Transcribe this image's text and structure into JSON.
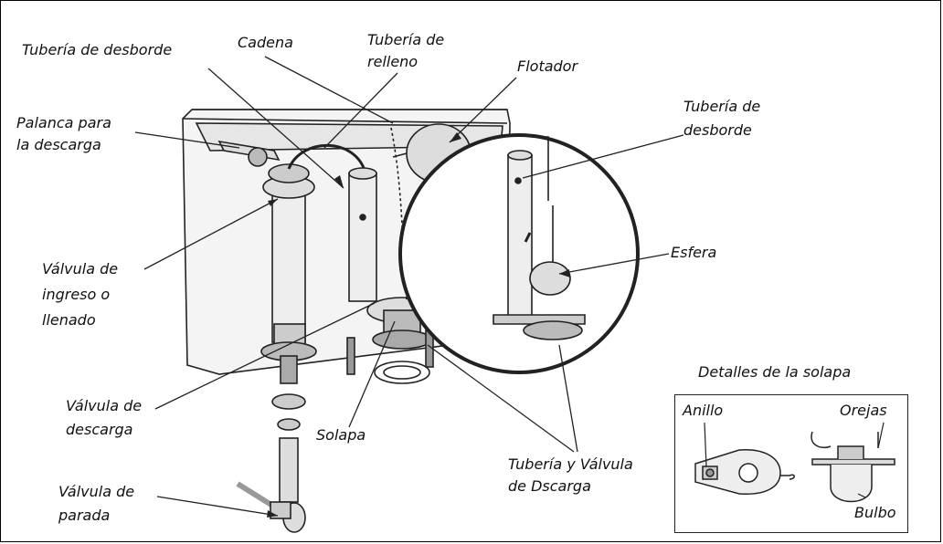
{
  "labels": {
    "tuberia_desborde_top": "Tubería de desborde",
    "cadena": "Cadena",
    "tuberia_relleno_1": "Tubería de",
    "tuberia_relleno_2": "relleno",
    "flotador": "Flotador",
    "palanca_1": "Palanca para",
    "palanca_2": "la descarga",
    "tuberia_desborde_right_1": "Tubería de",
    "tuberia_desborde_right_2": "desborde",
    "valvula_ingreso_1": "Válvula de",
    "valvula_ingreso_2": "ingreso o",
    "valvula_ingreso_3": "llenado",
    "esfera": "Esfera",
    "valvula_descarga_1": "Válvula de",
    "valvula_descarga_2": "descarga",
    "solapa": "Solapa",
    "tuberia_valvula_1": "Tubería y Válvula",
    "tuberia_valvula_2": "de Dscarga",
    "valvula_parada_1": "Válvula de",
    "valvula_parada_2": "parada"
  },
  "inset": {
    "title": "Detalles de la solapa",
    "anillo": "Anillo",
    "orejas": "Orejas",
    "bulbo": "Bulbo"
  }
}
